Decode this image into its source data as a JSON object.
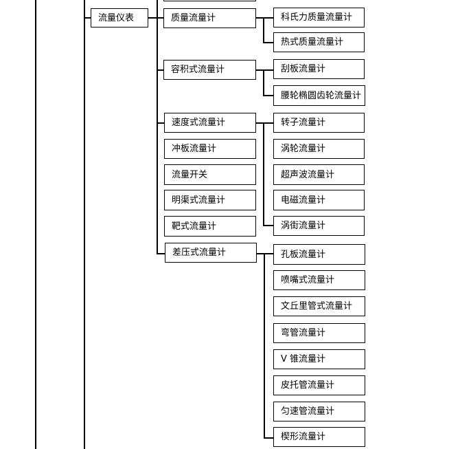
{
  "root": "流量仪表",
  "groups": {
    "mass": {
      "label": "质量流量计",
      "children": [
        "科氏力质量流量计",
        "热式质量流量计"
      ]
    },
    "positive_displacement": {
      "label": "容积式流量计",
      "children": [
        "刮板流量计",
        "腰轮椭圆齿轮流量计"
      ]
    },
    "velocity": {
      "label": "速度式流量计",
      "children": [
        "转子流量计",
        "涡轮流量计",
        "超声波流量计",
        "电磁流量计",
        "涡街流量计"
      ]
    },
    "impulse": {
      "label": "冲板流量计"
    },
    "flow_switch": {
      "label": "流量开关"
    },
    "open_channel": {
      "label": "明渠式流量计"
    },
    "target": {
      "label": "靶式流量计"
    },
    "differential_pressure": {
      "label": "差压式流量计",
      "children": [
        "孔板流量计",
        "喷嘴式流量计",
        "文丘里管式流量计",
        "弯管流量计",
        "V 锥流量计",
        "皮托管流量计",
        "匀速管流量计",
        "楔形流量计"
      ]
    }
  }
}
